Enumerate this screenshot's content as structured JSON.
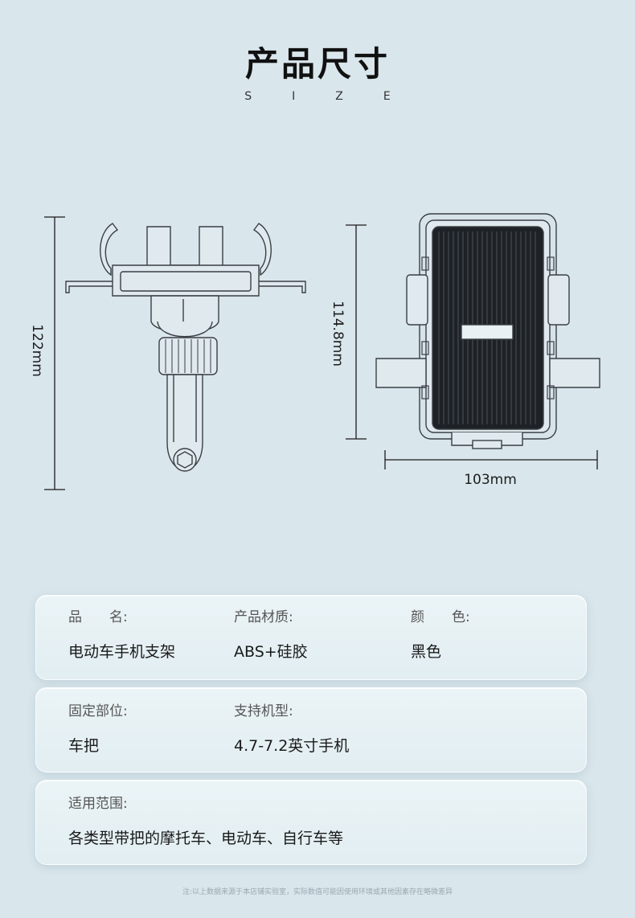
{
  "header": {
    "title": "产品尺寸",
    "subtitle": "SIZE"
  },
  "dimensions": {
    "height_side": "122mm",
    "height_front": "114.8mm",
    "width_front": "103mm"
  },
  "specs": {
    "row1": [
      {
        "label": "品　　名:",
        "value": "电动车手机支架"
      },
      {
        "label": "产品材质:",
        "value": "ABS+硅胶"
      },
      {
        "label": "颜　　色:",
        "value": "黑色"
      }
    ],
    "row2": [
      {
        "label": "固定部位:",
        "value": "车把"
      },
      {
        "label": "支持机型:",
        "value": "4.7-7.2英寸手机"
      }
    ],
    "row3": [
      {
        "label": "适用范围:",
        "value": "各类型带把的摩托车、电动车、自行车等"
      }
    ]
  },
  "footnote": "注:以上数据来源于本店铺实验室，实际数值可能因使用环境或其他因素存在略微差异"
}
